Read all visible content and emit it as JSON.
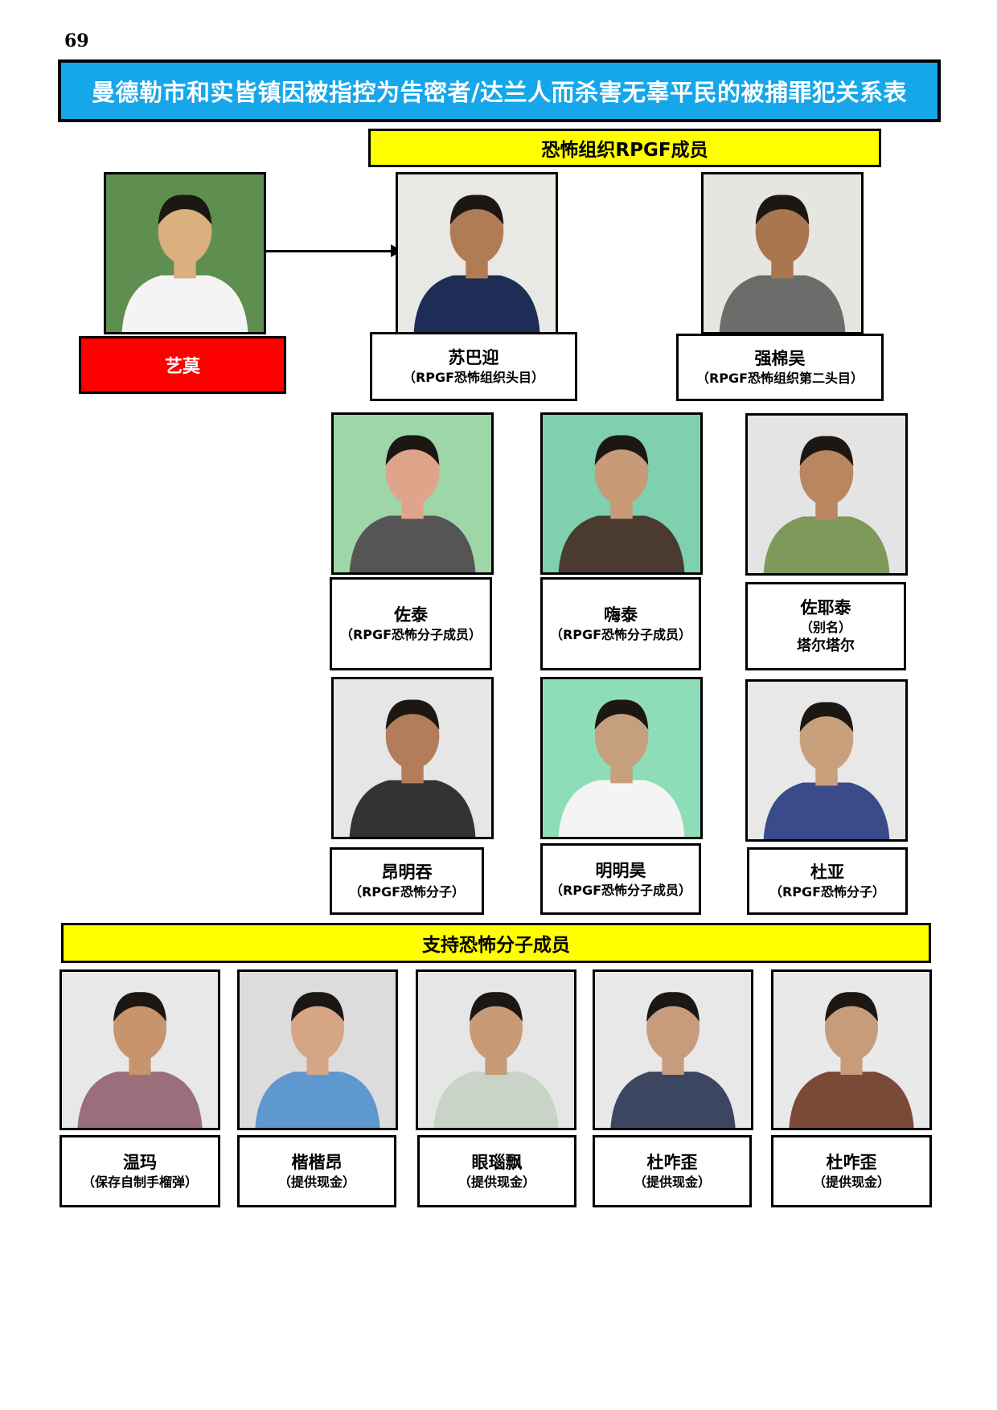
{
  "page": {
    "number": "69",
    "title": "曼德勒市和实皆镇因被指控为告密者/达兰人而杀害无辜平民的被捕罪犯关系表"
  },
  "sections": {
    "rpgf": "恐怖组织RPGF成员",
    "support": "支持恐怖分子成员"
  },
  "leader": {
    "name": "艺莫",
    "bg": "#5f8f50",
    "shirt": "#f4f4f4",
    "skin": "#d9b07e"
  },
  "persons": [
    {
      "name": "苏巴迎",
      "role": "（RPGF恐怖组织头目）",
      "bg": "#e8e8e4",
      "shirt": "#1d2d55",
      "skin": "#b07c55"
    },
    {
      "name": "强棉吴",
      "role": "（RPGF恐怖组织第二头目）",
      "bg": "#e6e6e0",
      "shirt": "#6b6d6a",
      "skin": "#a97650"
    },
    {
      "name": "佐泰",
      "role": "（RPGF恐怖分子成员）",
      "bg": "#9fd6a8",
      "shirt": "#555555",
      "skin": "#e0a48b"
    },
    {
      "name": "嗨泰",
      "role": "（RPGF恐怖分子成员）",
      "bg": "#7ed0ae",
      "shirt": "#4a3a30",
      "skin": "#c79a78"
    },
    {
      "name": "佐耶泰",
      "role": "（别名）",
      "extra": "塔尔塔尔",
      "bg": "#e4e4e4",
      "shirt": "#7d9a5a",
      "skin": "#b98660"
    },
    {
      "name": "昂明吞",
      "role": "（RPGF恐怖分子）",
      "bg": "#e6e6e6",
      "shirt": "#333333",
      "skin": "#b27d58"
    },
    {
      "name": "明明昊",
      "role": "（RPGF恐怖分子成员）",
      "bg": "#8fdcb8",
      "shirt": "#f4f4f4",
      "skin": "#c6a07e"
    },
    {
      "name": "杜亚",
      "role": "（RPGF恐怖分子）",
      "bg": "#e8e8e8",
      "shirt": "#3a4a8a",
      "skin": "#c9a07c"
    },
    {
      "name": "温玛",
      "role": "（保存自制手榴弹）",
      "bg": "#e8e8e8",
      "shirt": "#9a6e7a",
      "skin": "#c8946e"
    },
    {
      "name": "楷楷昂",
      "role": "（提供现金）",
      "bg": "#dcdcdc",
      "shirt": "#5f97cf",
      "skin": "#d5a586"
    },
    {
      "name": "眼瑙飘",
      "role": "（提供现金）",
      "bg": "#e6e6e6",
      "shirt": "#c9d3c8",
      "skin": "#c89a76"
    },
    {
      "name": "杜咋歪",
      "role": "（提供现金）",
      "bg": "#e8e8e8",
      "shirt": "#3c4660",
      "skin": "#c79c7c"
    },
    {
      "name": "杜咋歪",
      "role": "（提供现金）",
      "bg": "#e9e9e9",
      "shirt": "#7a4a36",
      "skin": "#c79c7a"
    }
  ]
}
